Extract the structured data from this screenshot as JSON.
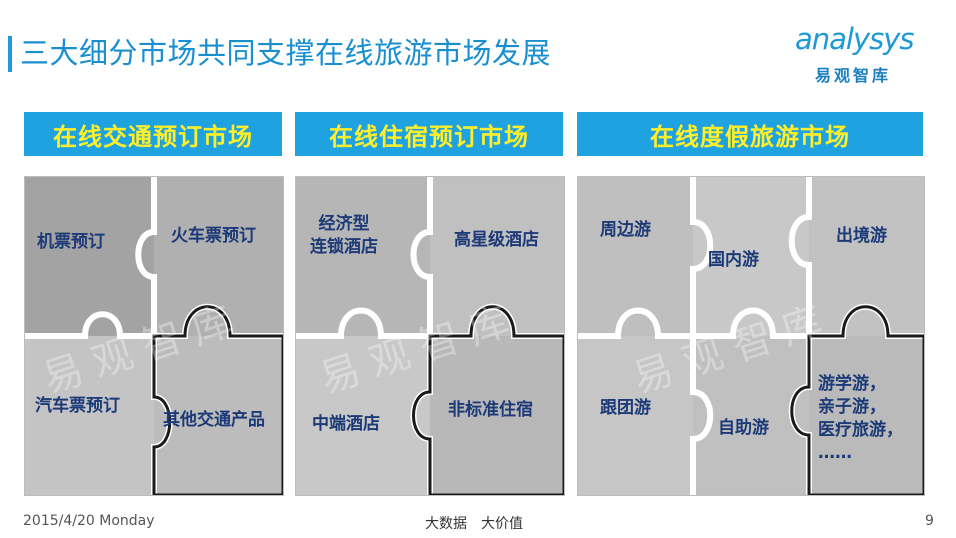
{
  "title": "三大细分市场共同支撑在线旅游市场发展",
  "logo": {
    "en": "analysys",
    "zh": "易观智库"
  },
  "watermark": "易观智库",
  "panels": [
    {
      "header": "在线交通预订市场",
      "pieces": [
        "机票预订",
        "火车票预订",
        "汽车票预订",
        "其他交通产品"
      ]
    },
    {
      "header": "在线住宿预订市场",
      "pieces": [
        "经济型\n连锁酒店",
        "高星级酒店",
        "中端酒店",
        "非标准住宿"
      ]
    },
    {
      "header": "在线度假旅游市场",
      "pieces": [
        "周边游",
        "国内游",
        "出境游",
        "跟团游",
        "自助游",
        "游学游，\n亲子游，\n医疗旅游，\n……"
      ]
    }
  ],
  "footer": {
    "date": "2015/4/20 Monday",
    "center": "大数据　大价值",
    "page": "9"
  },
  "colors": {
    "accent": "#1ea2e0",
    "header_text": "#ffef2a",
    "label": "#1d3a78"
  }
}
